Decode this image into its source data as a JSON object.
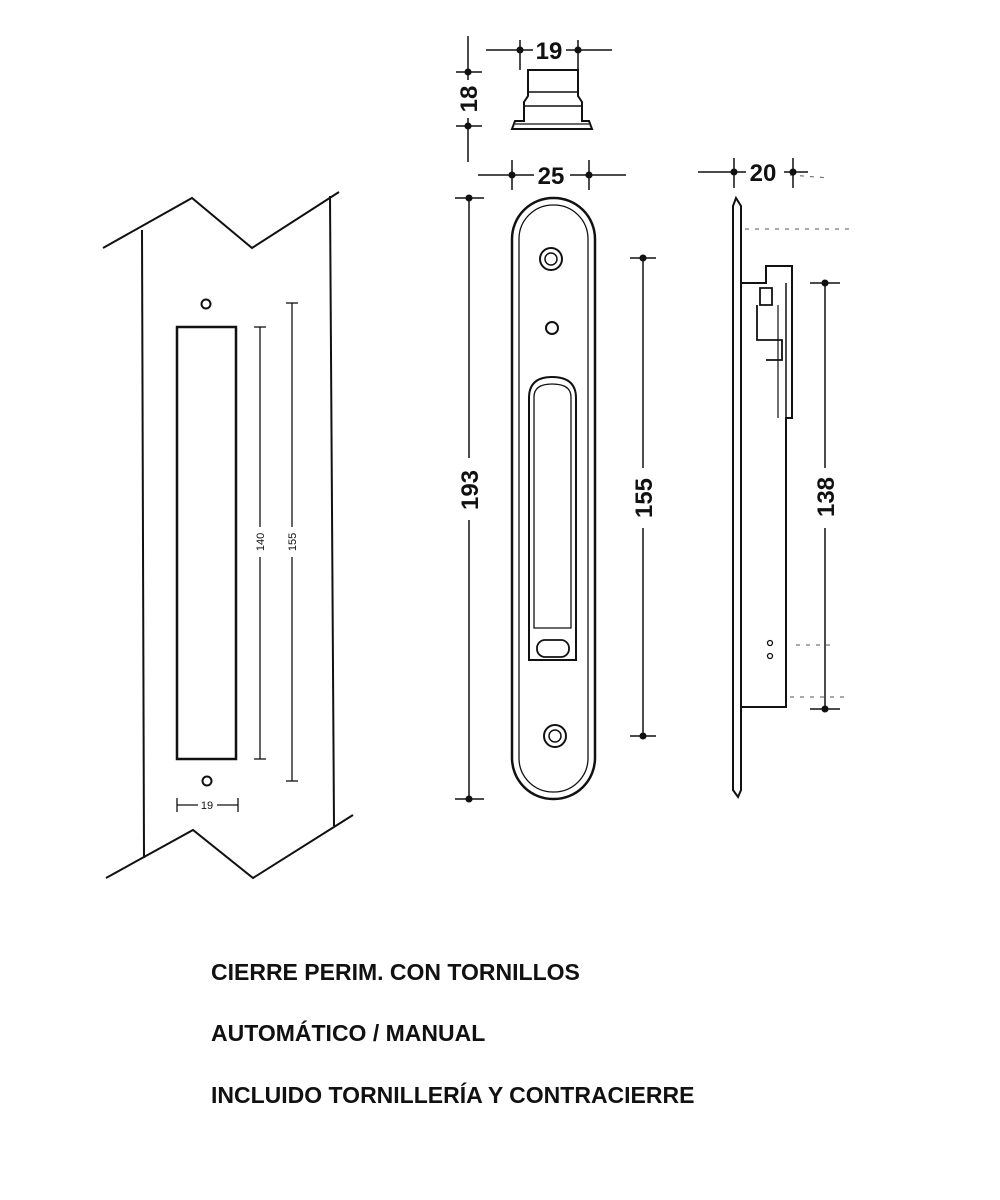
{
  "dimensions": {
    "front_cap_width": "19",
    "front_cap_height": "18",
    "plate_width": "25",
    "plate_length": "193",
    "plate_hole_spacing": "155",
    "side_depth": "20",
    "side_length": "138",
    "frame_slot_length": "140",
    "frame_hole_spacing": "155",
    "frame_slot_width": "19"
  },
  "captions": {
    "line1": "CIERRE PERIM. CON TORNILLOS",
    "line2": "AUTOMÁTICO / MANUAL",
    "line3": "INCLUIDO TORNILLERÍA Y CONTRACIERRE"
  },
  "colors": {
    "ink": "#111111",
    "background": "#ffffff"
  }
}
